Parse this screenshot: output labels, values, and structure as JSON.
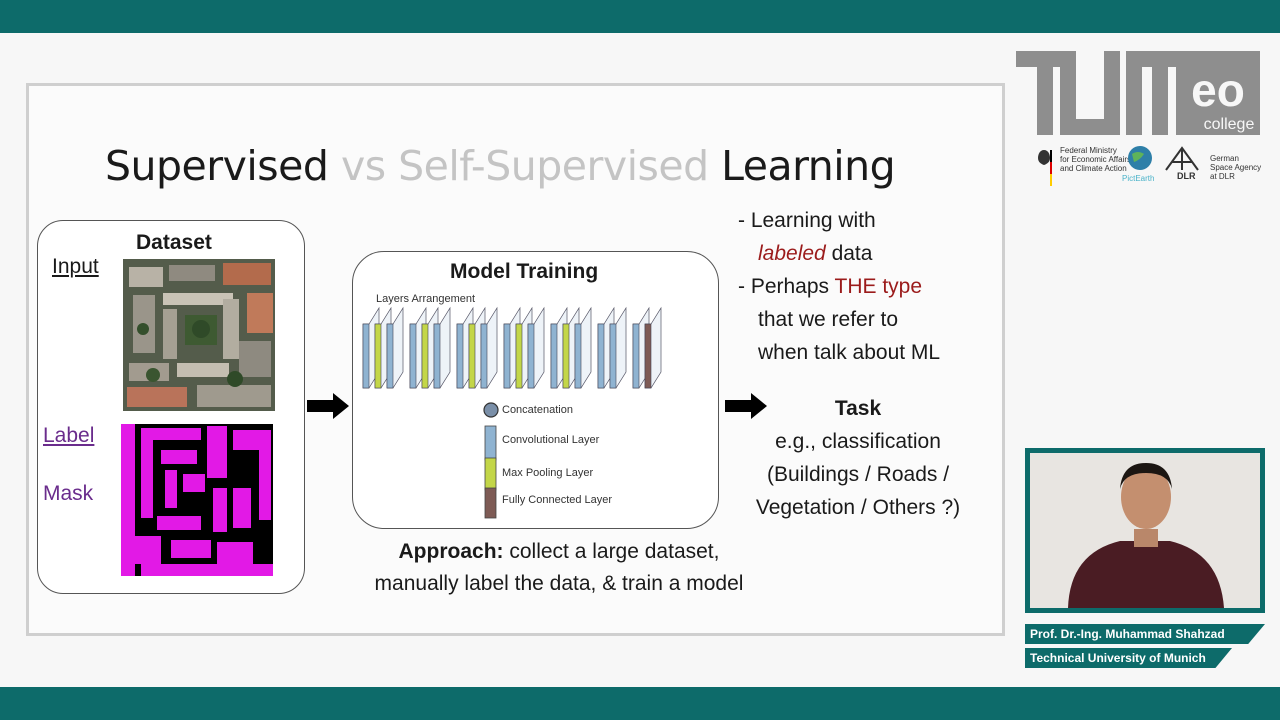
{
  "slide": {
    "title_part1": "Supervised",
    "title_part2": "vs Self-Supervised",
    "title_part3": "Learning",
    "dataset": {
      "title": "Dataset",
      "input_label": "Input",
      "label_text": "Label",
      "mask_text": "Mask"
    },
    "model": {
      "title": "Model Training",
      "layers_caption": "Layers Arrangement",
      "legend": [
        "Concatenation",
        "Convolutional Layer",
        "Max Pooling Layer",
        "Fully Connected Layer"
      ]
    },
    "bullets": {
      "b1_line1": "- Learning with",
      "b1_em": "labeled",
      "b1_rest": " data",
      "b2_prefix": "- Perhaps ",
      "b2_red": "THE type",
      "b2_line2": "that we refer to",
      "b2_line3": "when talk about ML"
    },
    "task": {
      "title": "Task",
      "line1": "e.g., classification",
      "line2": "(Buildings / Roads /",
      "line3": "Vegetation / Others ?)"
    },
    "approach": {
      "bold": "Approach:",
      "line1_rest": " collect a large dataset,",
      "line2": "manually label the data, & train a model"
    }
  },
  "branding": {
    "logo_letters": "TUM",
    "logo_eo": "eo",
    "logo_college": "college",
    "ministry": [
      "Federal Ministry",
      "for Economic Affairs",
      "and Climate Action"
    ],
    "picto": "PictEarth",
    "dlr": "DLR",
    "agency": [
      "German",
      "Space Agency",
      "at DLR"
    ]
  },
  "speaker": {
    "name": "Prof. Dr.-Ing. Muhammad Shahzad",
    "affiliation": "Technical University of Munich"
  },
  "colors": {
    "teal": "#0d6b6a",
    "conv": "#8fb3d1",
    "pool": "#c3d648",
    "fc": "#7e5b55",
    "label_purple": "#6a2c8c",
    "emph_red": "#9b1b1b",
    "mask_magenta": "#e219e6"
  }
}
